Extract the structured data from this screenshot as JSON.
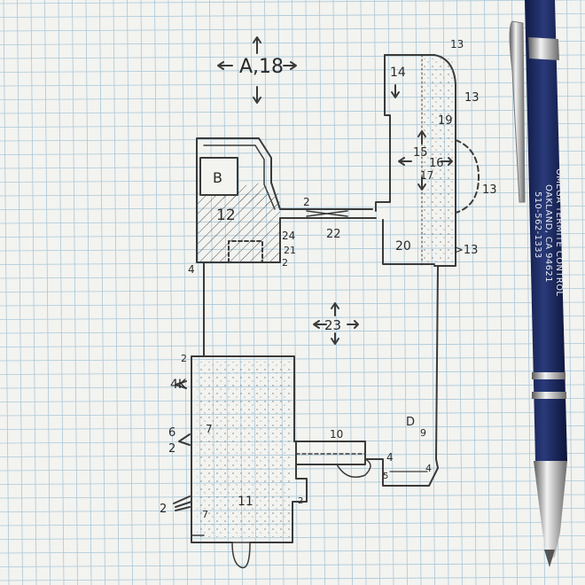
{
  "photo": {
    "subject": "hand-drawn floor plan on blue grid paper with a pen",
    "paper_color": "#f3f3f0",
    "grid_color": "#a9c8d8",
    "pencil_color": "#3a3a3a",
    "pen_color": "#1d2a5c"
  },
  "sketch_labels": {
    "a18": "A,18",
    "l14": "14",
    "l13a": "13",
    "l13b": "13",
    "l13c": "13",
    "l13d": ">13",
    "l19": "19",
    "l15": "15",
    "l16": "16",
    "l17": "17",
    "lB": "B",
    "l12": "12",
    "l2a": "2",
    "l22": "22",
    "l24": "24",
    "l21": "21",
    "l2b": "2",
    "l20": "20",
    "l4a": "4",
    "l23": "23",
    "l2c": "2",
    "l4k": "4K",
    "l6": "6",
    "l2d": "2",
    "l7a": "7",
    "l10": "10",
    "l9": "9",
    "lD": "D",
    "l4b": "4",
    "l4c": "4",
    "l5": "5",
    "l2e": "2",
    "l11": "11",
    "l7b": "7",
    "l2f": "2"
  },
  "pen_imprint": {
    "line1": "OMEGA TERMITE CONTROL",
    "line2": "OAKLAND, CA 94621",
    "line3": "510-562-1333"
  }
}
